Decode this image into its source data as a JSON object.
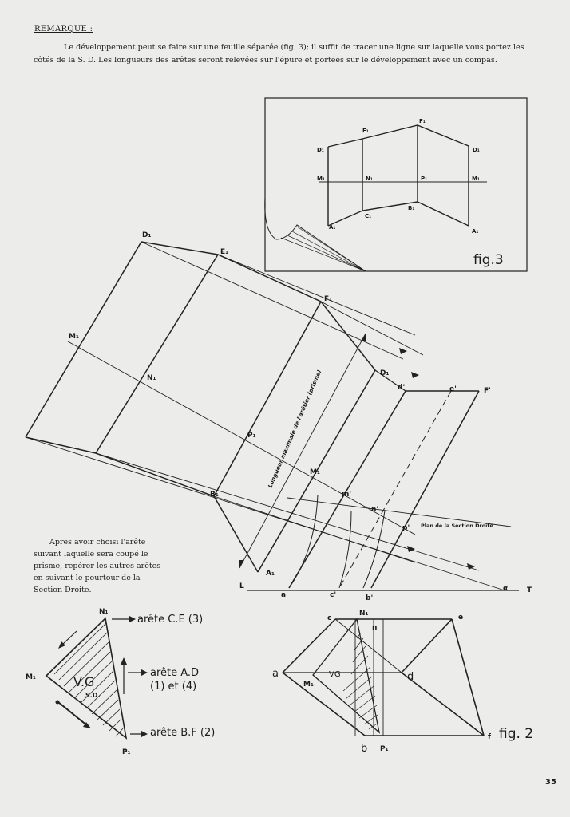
{
  "heading": "REMARQUE :",
  "intro": "Le développement peut se faire sur une feuille séparée (fig. 3); il suffit de tracer une ligne sur laquelle vous portez les côtés de la S. D. Les longueurs des arêtes seront relevées sur l'épure et portées sur le développement avec un compas.",
  "note": "Après avoir choisi l'arête suivant laquelle sera coupé le prisme, repérer les autres arêtes en suivant le pourtour de la Section Droite.",
  "page_number": "35",
  "fig3": {
    "caption": "fig.3",
    "labels": [
      "D₁",
      "E₁",
      "F₁",
      "D₁",
      "M₁",
      "N₁",
      "P₁",
      "M₁",
      "C₁",
      "B₁",
      "A₁",
      "A₁"
    ]
  },
  "main": {
    "labels": [
      "D₁",
      "E₁",
      "F₁",
      "M₁",
      "N₁",
      "P₁",
      "D₁",
      "d'",
      "e'",
      "F'",
      "M₁",
      "m'",
      "n'",
      "p'",
      "B₁",
      "A₁",
      "L",
      "a'",
      "c'",
      "b'",
      "α",
      "T"
    ],
    "vertical_label": "Longueur maximale de l'arêtier (prisme)",
    "plan_label": "Plan de la Section Droite"
  },
  "triangle": {
    "vertex_top": "N₁",
    "vertex_left": "M₁",
    "vertex_bottom": "P₁",
    "center": "V.G",
    "center_sub": "S.D.",
    "edge_ce": "arête C.E (3)",
    "edge_ad_1": "arête A.D",
    "edge_ad_2": "(1) et (4)",
    "edge_bf": "arête B.F (2)"
  },
  "fig2": {
    "caption": "fig. 2",
    "labels": [
      "c",
      "N₁",
      "n",
      "e",
      "a",
      "M₁",
      "VG",
      "d",
      "b",
      "P₁",
      "f"
    ]
  }
}
